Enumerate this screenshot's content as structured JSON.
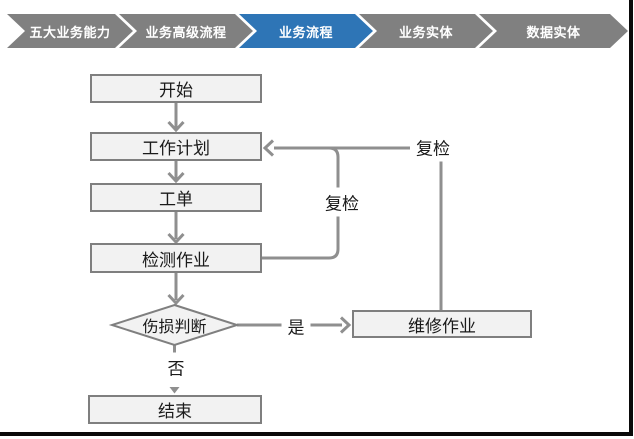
{
  "breadcrumb": {
    "active_index": 2,
    "items": [
      {
        "label": "五大业务能力",
        "active": false
      },
      {
        "label": "业务高级流程",
        "active": false
      },
      {
        "label": "业务流程",
        "active": true
      },
      {
        "label": "业务实体",
        "active": false
      },
      {
        "label": "数据实体",
        "active": false
      }
    ]
  },
  "flowchart": {
    "nodes": {
      "start": {
        "label": "开始",
        "type": "process"
      },
      "work_plan": {
        "label": "工作计划",
        "type": "process"
      },
      "work_order": {
        "label": "工单",
        "type": "process"
      },
      "inspection": {
        "label": "检测作业",
        "type": "process"
      },
      "damage_decision": {
        "label": "伤损判断",
        "type": "decision"
      },
      "repair": {
        "label": "维修作业",
        "type": "process"
      },
      "end": {
        "label": "结束",
        "type": "process"
      }
    },
    "edge_labels": {
      "recheck_inner": "复检",
      "recheck_outer": "复检",
      "yes": "是",
      "no": "否"
    }
  },
  "colors": {
    "chevron_gray": "#808080",
    "chevron_active": "#2E75B6",
    "chevron_text": "#FFFFFF",
    "box_fill": "#F2F2F2",
    "box_border": "#7F7F7F",
    "connector": "#8F8F8F",
    "text": "#1A1A1A",
    "page_edge": "#0A0A0A"
  }
}
